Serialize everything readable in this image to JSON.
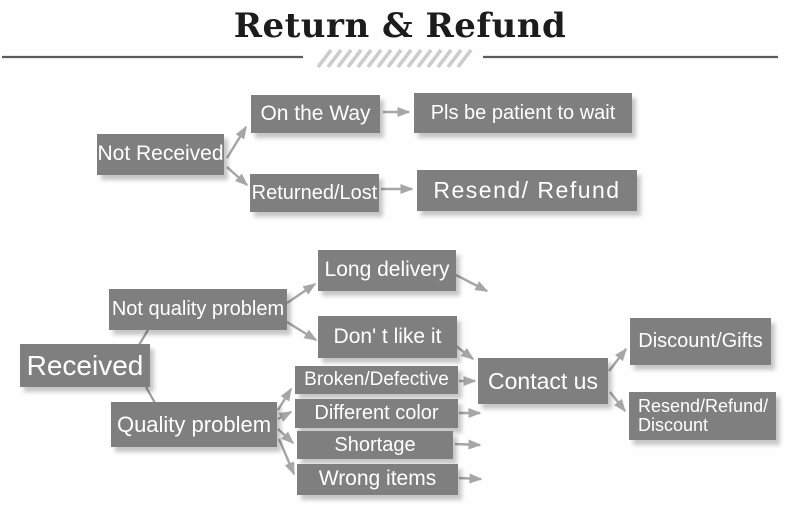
{
  "title": "Return & Refund",
  "colors": {
    "box": "#7f7f7f",
    "box_text": "#ffffff",
    "arrow": "#a6a6a6",
    "divider": "#5c5c5c",
    "hatch": "#cccccc",
    "background": "#fefefe"
  },
  "nodes": {
    "not_received": {
      "label": "Not Received"
    },
    "on_the_way": {
      "label": "On the Way"
    },
    "pls_be_patient": {
      "label": "Pls be patient to wait"
    },
    "returned_lost": {
      "label": "Returned/Lost"
    },
    "resend_refund": {
      "label": "Resend/ Refund"
    },
    "received": {
      "label": "Received"
    },
    "not_quality_problem": {
      "label": "Not quality problem"
    },
    "quality_problem": {
      "label": "Quality problem"
    },
    "long_delivery": {
      "label": "Long delivery"
    },
    "dont_like_it": {
      "label": "Don' t like it"
    },
    "broken_defective": {
      "label": "Broken/Defective"
    },
    "different_color": {
      "label": "Different color"
    },
    "shortage": {
      "label": "Shortage"
    },
    "wrong_items": {
      "label": "Wrong items"
    },
    "contact_us": {
      "label": "Contact us"
    },
    "discount_gifts": {
      "label": "Discount/Gifts"
    },
    "resend_refund_discount": {
      "label": "Resend/Refund/\nDiscount"
    }
  },
  "edges": [
    {
      "from": "Not Received",
      "to": "On the Way"
    },
    {
      "from": "Not Received",
      "to": "Returned/Lost"
    },
    {
      "from": "On the Way",
      "to": "Pls be patient to wait"
    },
    {
      "from": "Returned/Lost",
      "to": "Resend/ Refund"
    },
    {
      "from": "Received",
      "to": "Not quality problem"
    },
    {
      "from": "Received",
      "to": "Quality problem"
    },
    {
      "from": "Not quality problem",
      "to": "Long delivery"
    },
    {
      "from": "Not quality problem",
      "to": "Don' t like it"
    },
    {
      "from": "Long delivery",
      "to": "Contact us"
    },
    {
      "from": "Don' t like it",
      "to": "Contact us"
    },
    {
      "from": "Quality problem",
      "to": "Broken/Defective"
    },
    {
      "from": "Quality problem",
      "to": "Different color"
    },
    {
      "from": "Quality problem",
      "to": "Shortage"
    },
    {
      "from": "Quality problem",
      "to": "Wrong items"
    },
    {
      "from": "Broken/Defective",
      "to": "Contact us"
    },
    {
      "from": "Different color",
      "to": "Contact us"
    },
    {
      "from": "Shortage",
      "to": "Contact us"
    },
    {
      "from": "Wrong items",
      "to": "Contact us"
    },
    {
      "from": "Contact us",
      "to": "Discount/Gifts"
    },
    {
      "from": "Contact us",
      "to": "Resend/Refund/Discount"
    }
  ]
}
